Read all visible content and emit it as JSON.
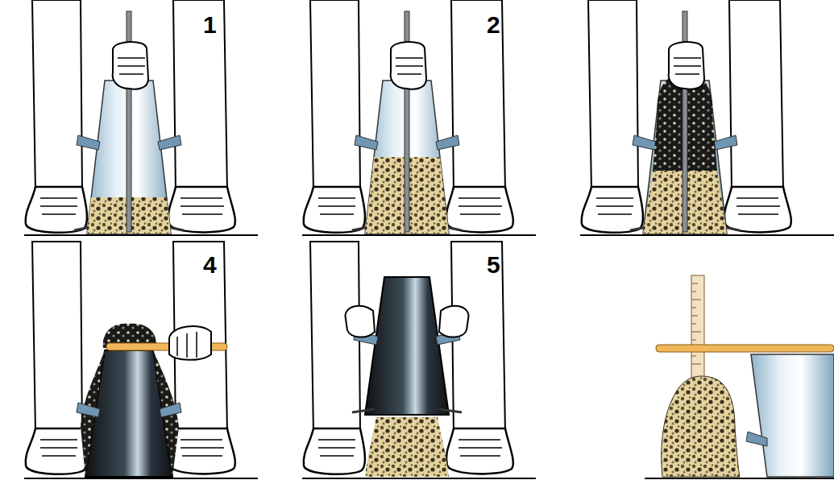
{
  "diagram": {
    "labels": [
      "1",
      "2",
      "4",
      "5"
    ]
  }
}
